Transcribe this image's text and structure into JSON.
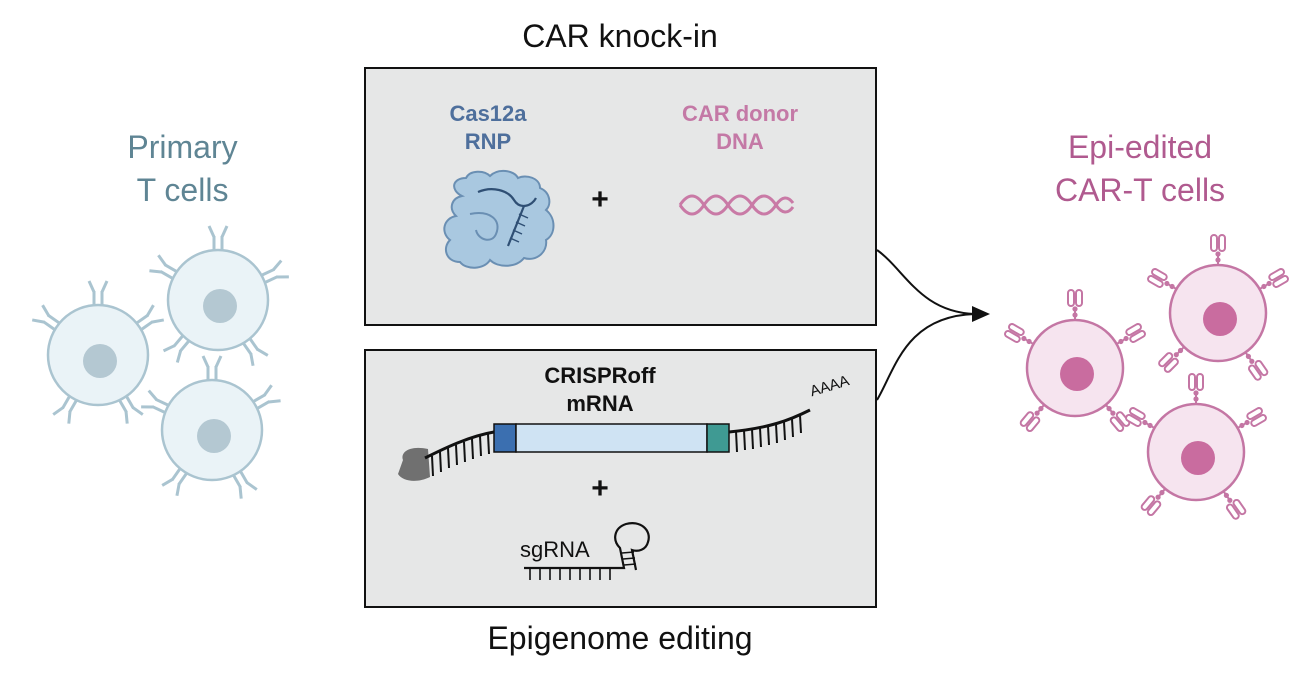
{
  "top_panel": {
    "title": "CAR knock-in",
    "cas_line1": "Cas12a",
    "cas_line2": "RNP",
    "donor_line1": "CAR donor",
    "donor_line2": "DNA",
    "plus": "+"
  },
  "bottom_panel": {
    "title": "Epigenome editing",
    "mrna_line1": "CRISPRoff",
    "mrna_line2": "mRNA",
    "polya": "AAAA",
    "plus": "+",
    "sgrna": "sgRNA"
  },
  "left_cells": {
    "line1": "Primary",
    "line2": "T cells"
  },
  "right_cells": {
    "line1": "Epi-edited",
    "line2": "CAR-T cells"
  },
  "colors": {
    "t_cell_fill": "#eaf3f7",
    "t_cell_stroke": "#aac4d0",
    "t_cell_nucleus": "#b4c8d2",
    "car_cell_fill": "#f6e4ef",
    "car_cell_stroke": "#c476a4",
    "car_cell_nucleus": "#c96c9f",
    "cas_protein": "#a9c8e0",
    "donor_dna": "#c97aa6",
    "mrna_body": "#cfe3f3",
    "mrna_5utr": "#3b6fb0",
    "mrna_3utr": "#3f9a93",
    "cap": "#707070"
  }
}
